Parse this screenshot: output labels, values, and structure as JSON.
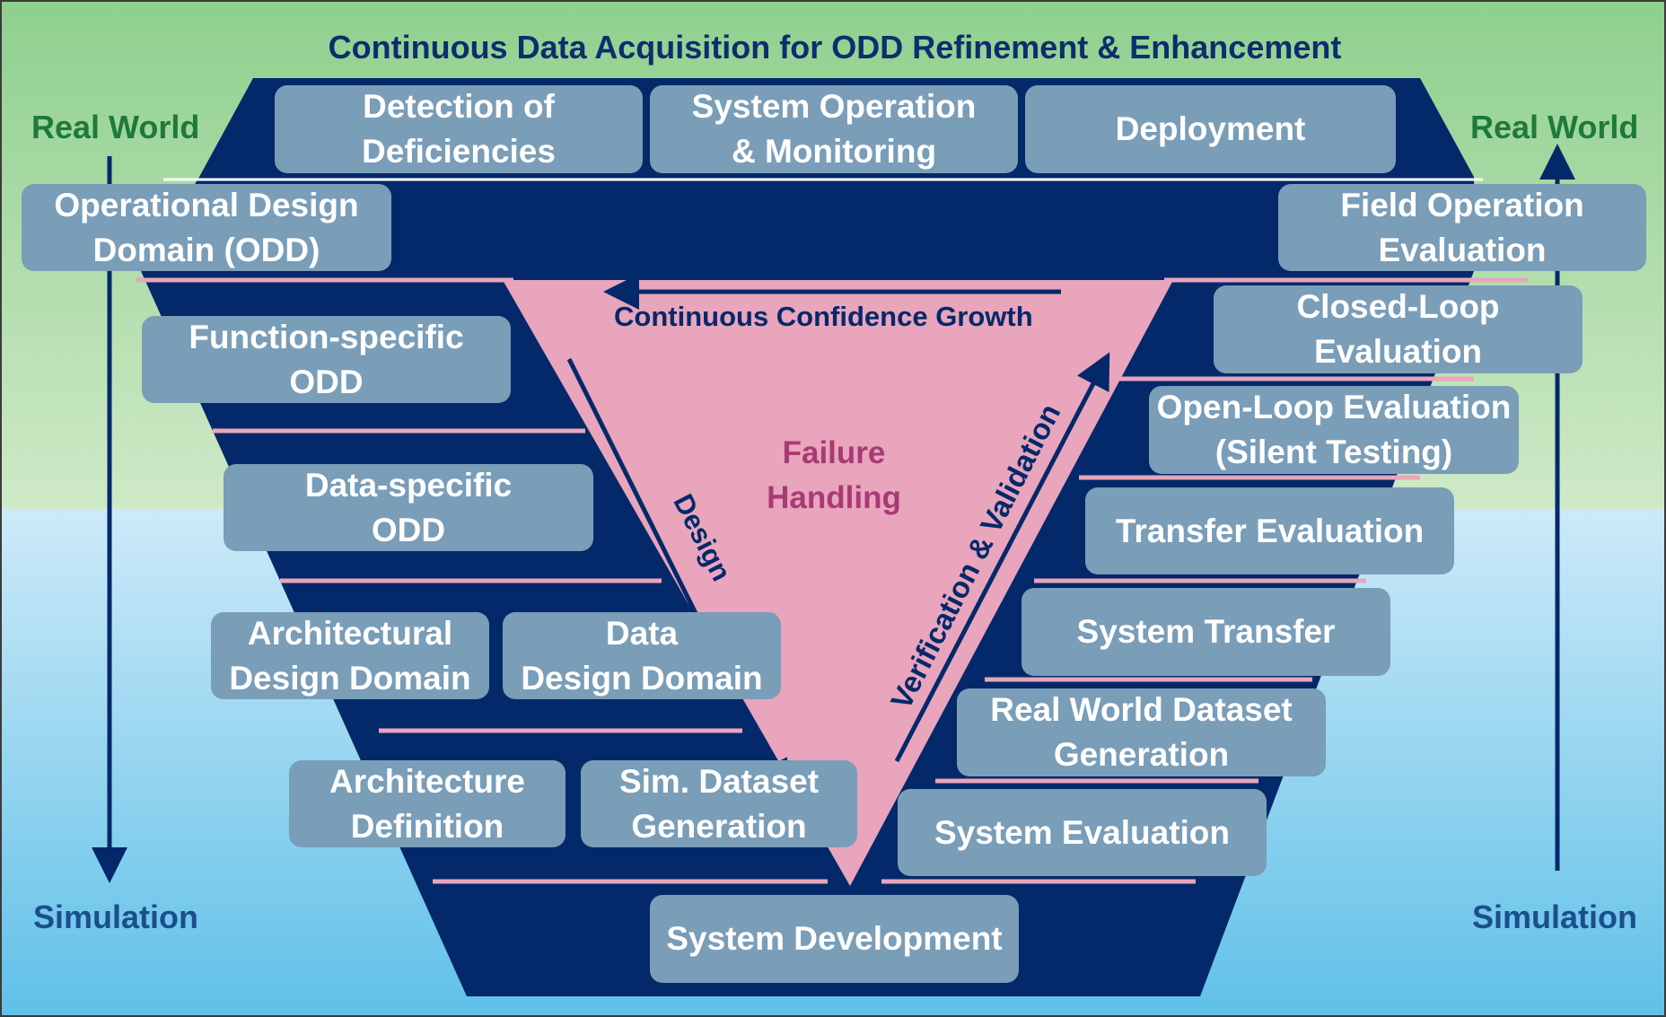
{
  "title": "Continuous Data Acquisition for ODD Refinement & Enhancement",
  "side_labels": {
    "left_top": "Real World",
    "right_top": "Real World",
    "left_bottom": "Simulation",
    "right_bottom": "Simulation"
  },
  "inner_labels": {
    "confidence": "Continuous Confidence Growth",
    "failure": "Failure\nHandling",
    "design": "Design",
    "verification": "Verification & Validation"
  },
  "top_boxes": {
    "detection": "Detection of\nDeficiencies",
    "monitoring": "System Operation\n& Monitoring",
    "deployment": "Deployment"
  },
  "left_boxes": {
    "odd": "Operational Design\nDomain (ODD)",
    "function_odd": "Function-specific\nODD",
    "data_odd": "Data-specific\nODD",
    "arch_domain": "Architectural\nDesign Domain",
    "data_domain": "Data\nDesign Domain",
    "arch_def": "Architecture\nDefinition",
    "sim_dataset": "Sim. Dataset\nGeneration"
  },
  "right_boxes": {
    "field_eval": "Field Operation\nEvaluation",
    "closed_loop": "Closed-Loop\nEvaluation",
    "open_loop": "Open-Loop Evaluation\n(Silent Testing)",
    "transfer_eval": "Transfer Evaluation",
    "system_transfer": "System Transfer",
    "real_dataset": "Real World Dataset\nGeneration",
    "system_eval": "System Evaluation"
  },
  "bottom_box": "System Development",
  "colors": {
    "navy": "#04296a",
    "pink": "#e8a5bc",
    "box": "#7a9db8",
    "title": "#0e2d6e",
    "real_world": "#1e7a3a",
    "simulation": "#1b4f8c",
    "failure": "#a83a75",
    "bg_green_top": "#8fd08e",
    "bg_blue_bottom": "#5fc0e8"
  }
}
